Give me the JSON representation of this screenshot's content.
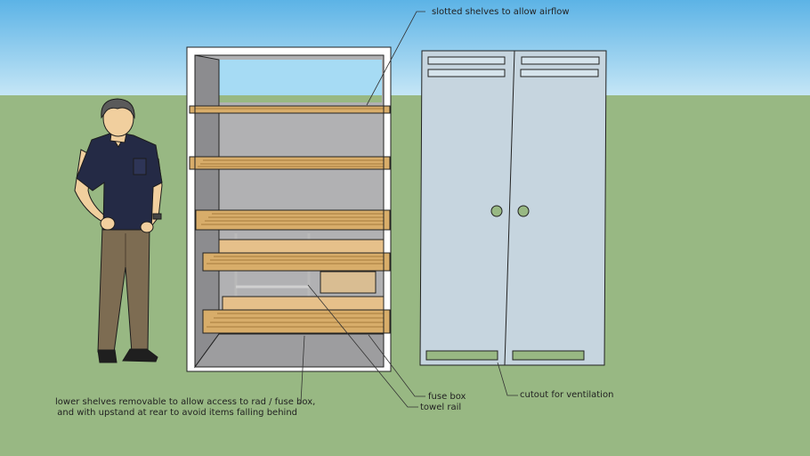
{
  "annotations": {
    "slotted_shelves": "slotted shelves to allow airflow",
    "lower_shelves": "lower shelves removable to allow access to rad / fuse box,\nand with upstand at rear to avoid items falling behind",
    "fuse_box": "fuse box",
    "towel_rail": "towel rail",
    "cutout": "cutout for ventilation"
  },
  "colors": {
    "sky": "#7fc4ec",
    "ground": "#98b883",
    "wood": "#d8ad6a",
    "door": "#c6d5df",
    "cabinet_interior": "#8c8c8f",
    "shirt": "#242a45",
    "trousers": "#7d6c52",
    "skin": "#f1cf9e"
  }
}
